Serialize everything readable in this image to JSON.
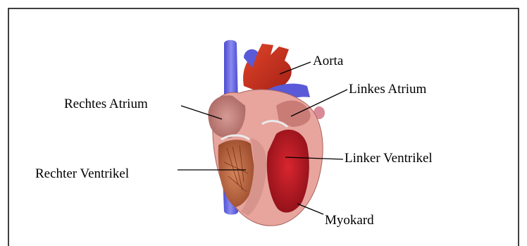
{
  "labels": {
    "aorta": "Aorta",
    "linkes_atrium": "Linkes Atrium",
    "rechtes_atrium": "Rechtes Atrium",
    "linker_ventrikel": "Linker Ventrikel",
    "rechter_ventrikel": "Rechter Ventrikel",
    "myokard": "Myokard"
  },
  "colors": {
    "frame": "#000000",
    "vein_blue": "#6f6fd6",
    "artery_red": "#c8321e",
    "atrium_pink": "#c77a74",
    "ventricle_red": "#b81a22",
    "muscle_brown": "#b9643c",
    "myocardium_pink": "#e9a5a0"
  }
}
